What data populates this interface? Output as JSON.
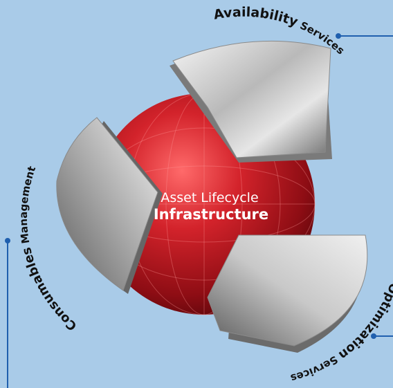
{
  "center": {
    "line1": "Asset Lifecycle",
    "line2": "Infrastructure"
  },
  "segments": {
    "availability": {
      "label_a": "Availability",
      "label_b": " Services"
    },
    "consumables": {
      "label_a": "Consumables",
      "label_b": " Management"
    },
    "optimization": {
      "label_a": "Optimization",
      "label_b": " Services"
    }
  },
  "colors": {
    "background": "#a9cbe8",
    "sphere": "#b3121c",
    "connector": "#1f5fae"
  }
}
